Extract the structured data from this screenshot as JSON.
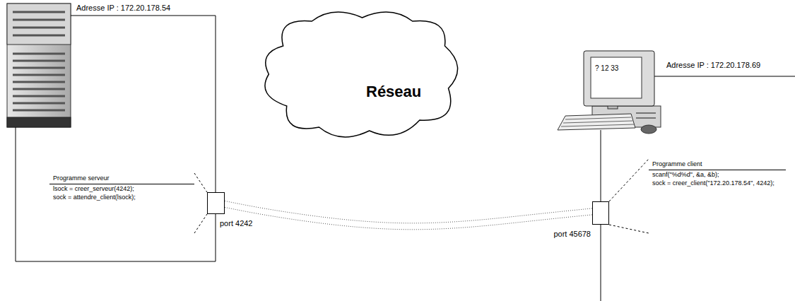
{
  "diagram": {
    "nodes": [
      {
        "text": [
          "Programme serveur",
          "lsock = creer_serveur(4242);",
          "sock = attendre_client(lsock);"
        ]
      },
      {
        "text": [
          "port 4242"
        ]
      },
      {
        "text": [
          "Réseau"
        ]
      },
      {
        "text": [
          "port 45678"
        ]
      },
      {
        "text": [
          "Programme client",
          "scanf(\"%d%d\", &a, &b);",
          "sock = creer_client(\"172.20.178.54\", 4242);"
        ]
      }
    ],
    "edges": [
      {
        "from": 0,
        "to": 1,
        "arrow": "none"
      },
      {
        "from": 1,
        "to": 3,
        "arrow": "none"
      },
      {
        "from": 3,
        "to": 4,
        "arrow": "none"
      }
    ],
    "labels": [
      "Adresse IP : 172.20.178.54",
      "Adresse IP : 172.20.178.69",
      "? 12 33"
    ]
  }
}
